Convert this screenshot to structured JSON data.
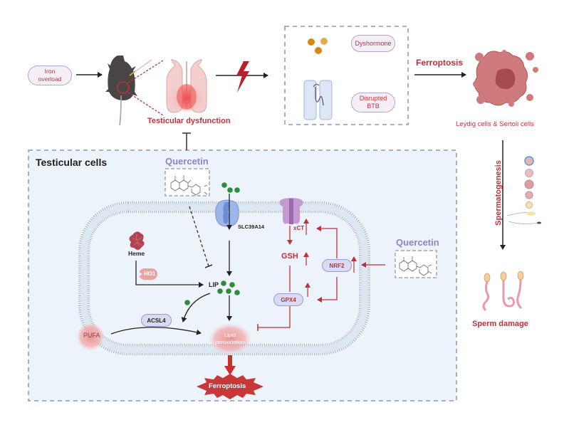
{
  "top_flow": {
    "iron_overload": "Iron\noverload",
    "testicular_dysfunction": "Testicular dysfunction",
    "dyshormone": "Dyshormone",
    "disrupted_btb": "Disrupted\nBTB",
    "ferroptosis_label": "Ferroptosis",
    "cells_label": "Leydig cells & Sertoli cells"
  },
  "right_flow": {
    "spermatogenesis": "Spermatogenesis",
    "sperm_damage": "Sperm damage"
  },
  "testicular_cells": {
    "title": "Testicular cells",
    "quercetin_top": "Quercetin",
    "quercetin_right": "Quercetin",
    "slc39a14": "SLC39A14",
    "heme": "Heme",
    "ho1": "HO1",
    "lip": "LIP",
    "acsl4": "ACSL4",
    "pufa": "PUFA",
    "lipid_peroxidation": "Lipid\nperoxidation",
    "ferroptosis": "Ferroptosis",
    "xct": "xCT",
    "gsh": "GSH",
    "gpx4": "GPX4",
    "nrf2": "NRF2"
  },
  "colors": {
    "accent_red": "#c0303a",
    "box_fill": "#edf3fb",
    "dash_border": "#8e97ad",
    "iron_green": "#2e8b3e",
    "quercetin_purple": "#8a86c0",
    "pill_fill": "#d9dbf2"
  }
}
